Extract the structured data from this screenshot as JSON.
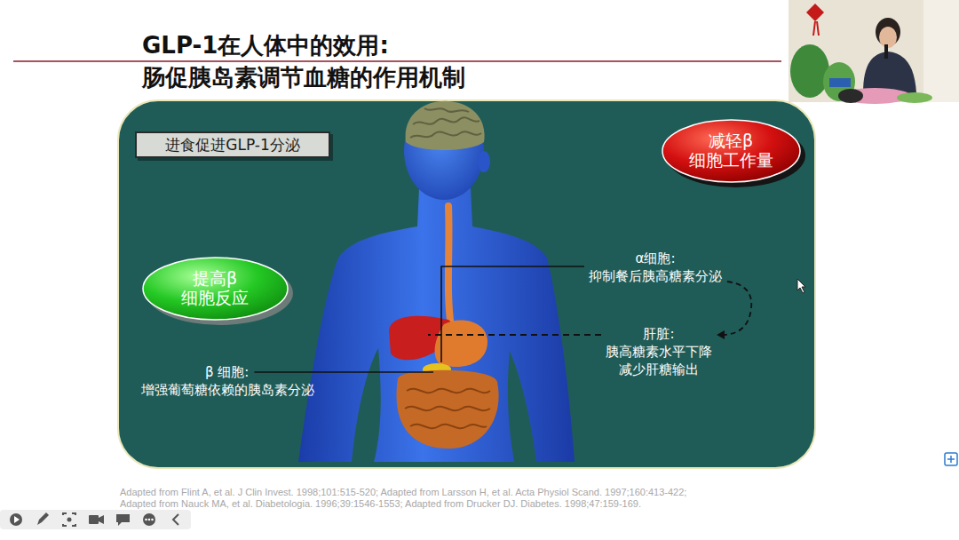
{
  "diagram": {
    "title": "GLP-1在人体中的效用: 肠促胰岛素调节血糖的作用机制",
    "nodes": [
      {
        "text": [
          "进食促进GLP-1分泌"
        ]
      },
      {
        "text": [
          "减轻β 细胞工作量"
        ]
      },
      {
        "text": [
          "提高β 细胞反应"
        ]
      }
    ],
    "labels": [
      "α细胞: 抑制餐后胰高糖素分泌",
      "肝脏: 胰高糖素水平下降 减少肝糖输出",
      "β 细胞:",
      "增强葡萄糖依赖的胰岛素分泌",
      "Adapted from Flint A, et al. J Clin Invest. 1998;101:515-520; Adapted from Larsson H, et al. Acta Physiol Scand. 1997;160:413-422;",
      "Adapted from Nauck MA, et al. Diabetologia. 1996;39:1546-1553; Adapted from Drucker DJ. Diabetes. 1998;47:159-169."
    ]
  }
}
